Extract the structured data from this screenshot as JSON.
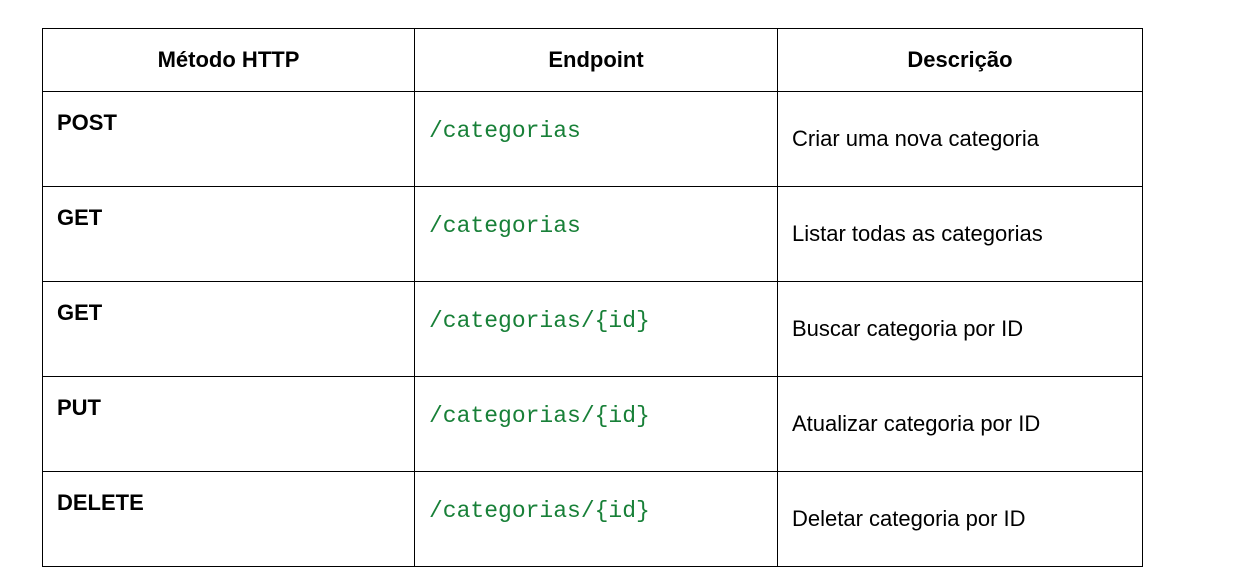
{
  "table": {
    "headers": {
      "method": "Método HTTP",
      "endpoint": "Endpoint",
      "description": "Descrição"
    },
    "rows": [
      {
        "method": "POST",
        "endpoint": "/categorias",
        "description": "Criar uma nova categoria"
      },
      {
        "method": "GET",
        "endpoint": "/categorias",
        "description": "Listar todas as categorias"
      },
      {
        "method": "GET",
        "endpoint": "/categorias/{id}",
        "description": "Buscar categoria por ID"
      },
      {
        "method": "PUT",
        "endpoint": "/categorias/{id}",
        "description": "Atualizar categoria por ID"
      },
      {
        "method": "DELETE",
        "endpoint": "/categorias/{id}",
        "description": "Deletar categoria por ID"
      }
    ]
  },
  "colors": {
    "code_text": "#188038",
    "border": "#000000",
    "text": "#000000"
  }
}
